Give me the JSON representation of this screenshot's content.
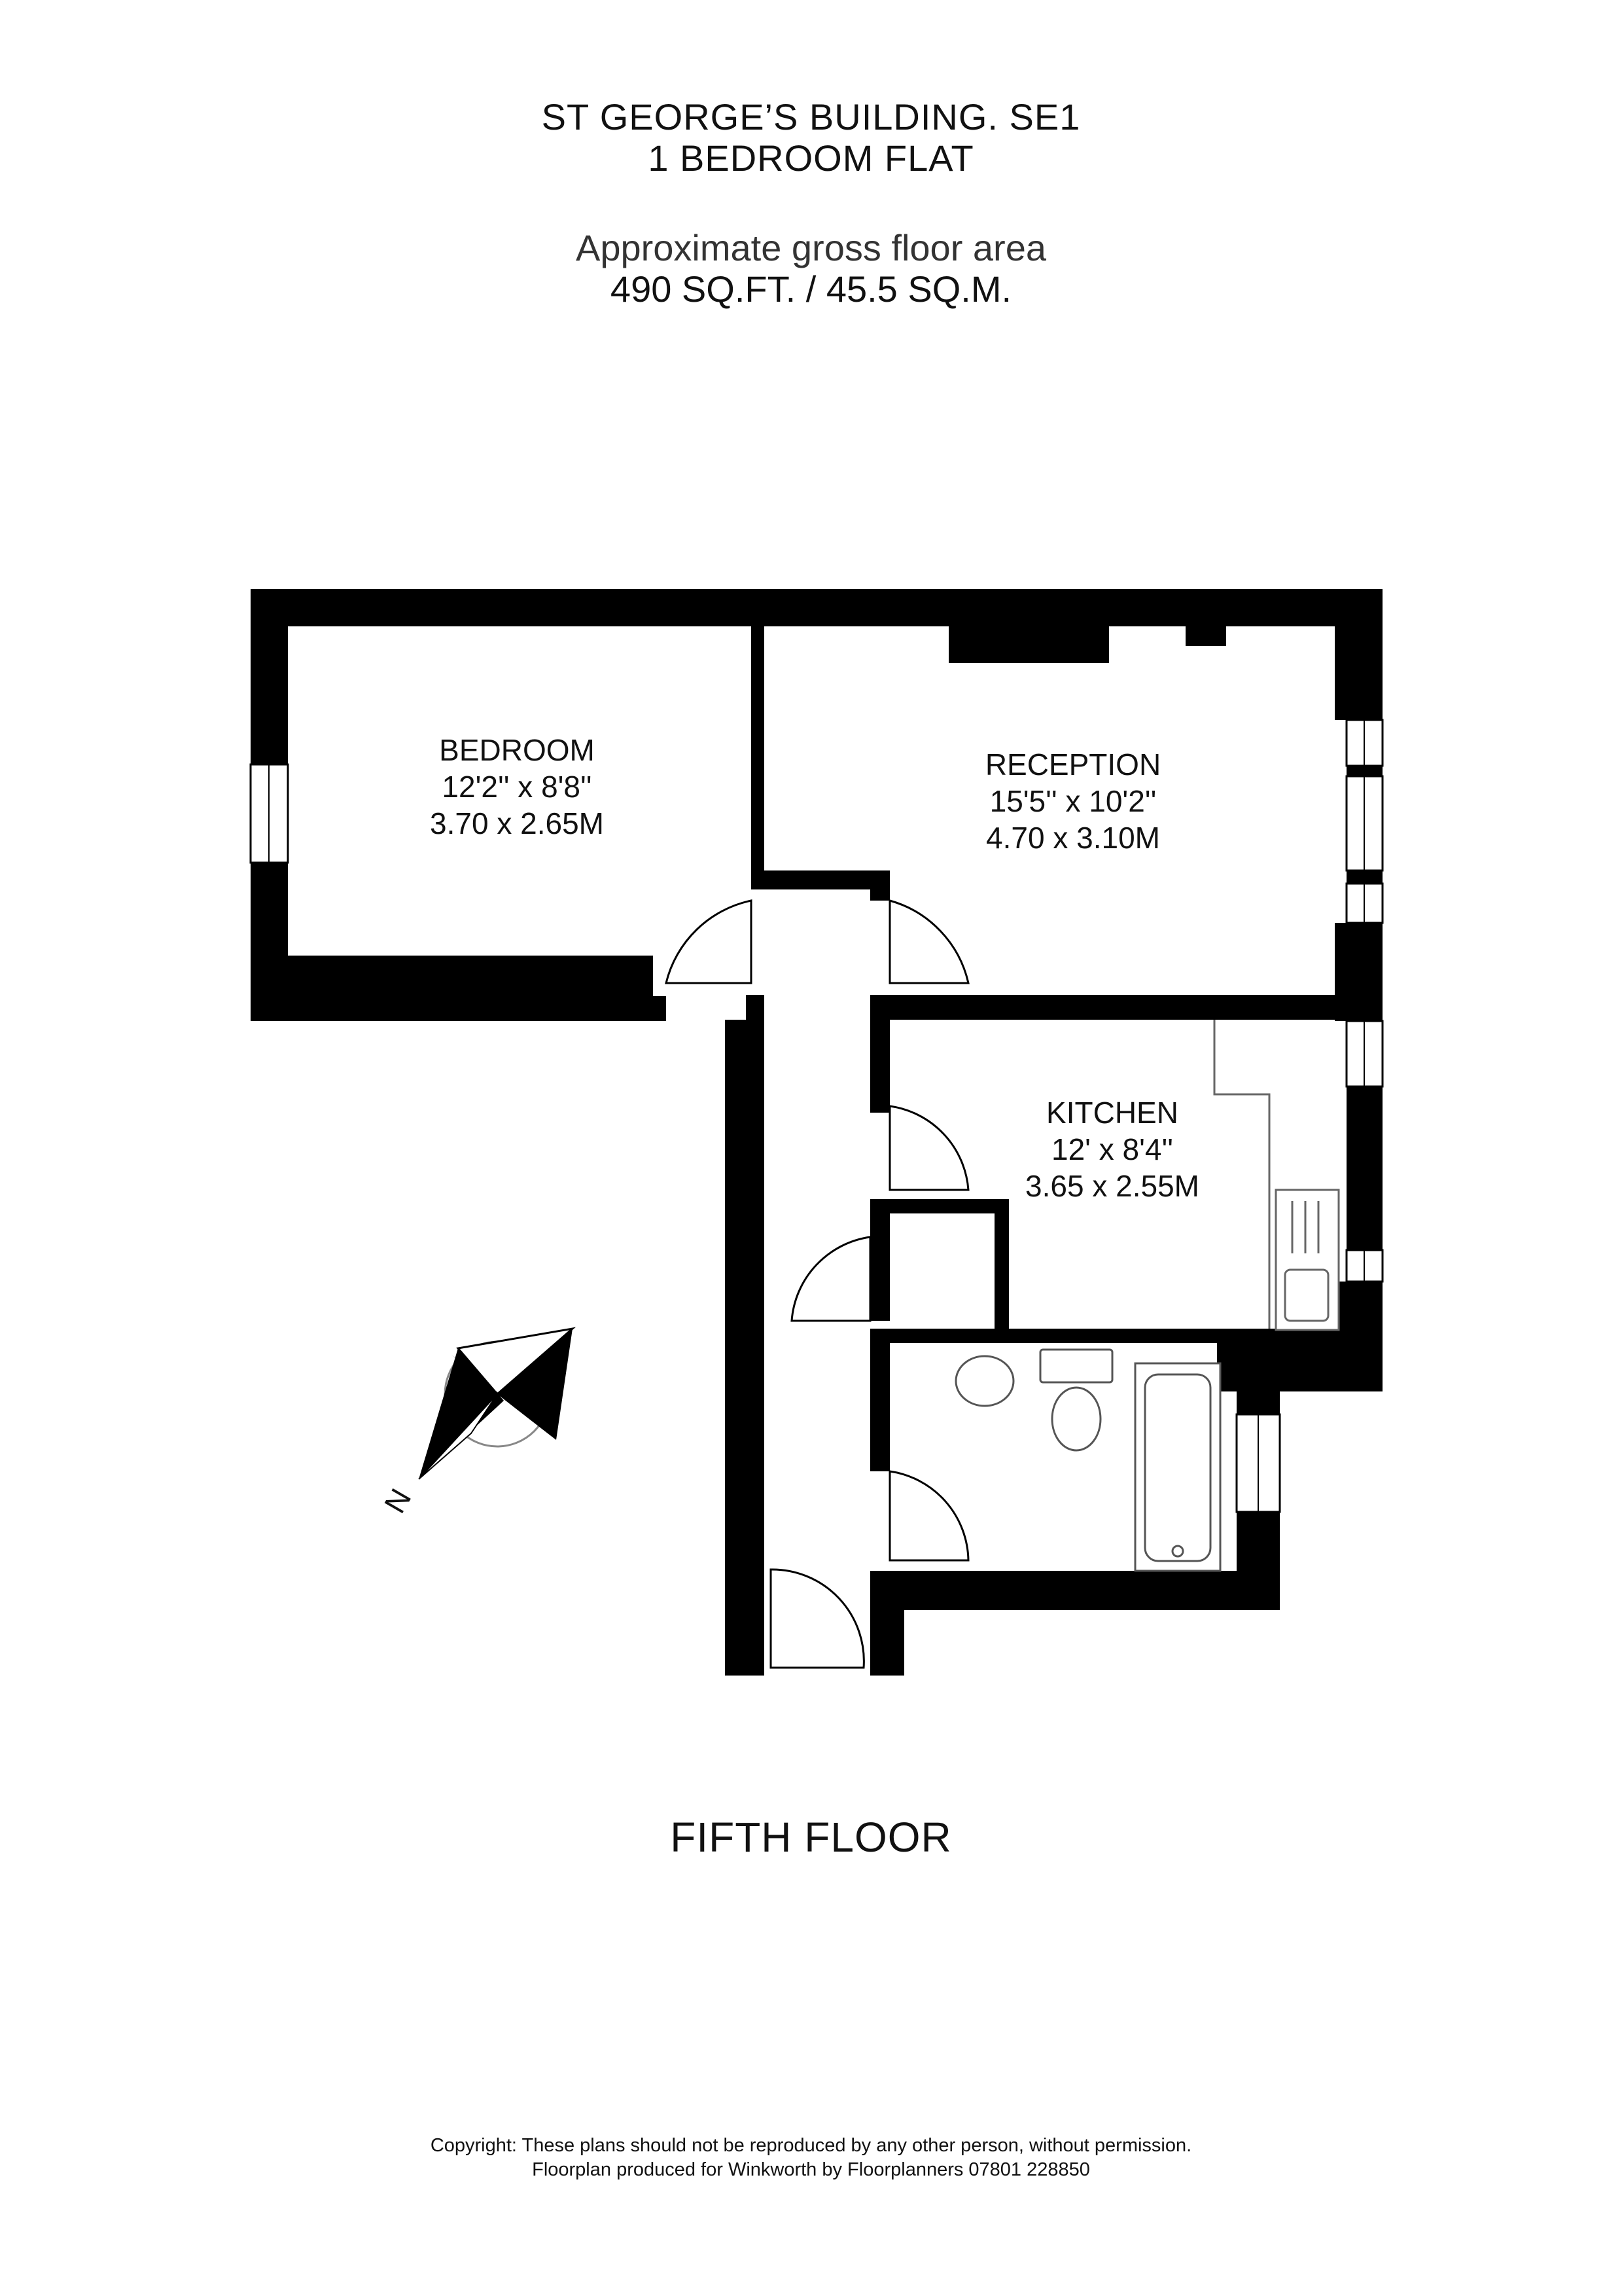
{
  "header": {
    "building": "ST GEORGE’S BUILDING. SE1",
    "flat_type": "1 BEDROOM FLAT",
    "area_label": "Approximate gross floor area",
    "area_value": "490 SQ.FT. / 45.5 SQ.M."
  },
  "rooms": [
    {
      "name": "BEDROOM",
      "imperial": "12'2'' x 8'8''",
      "metric": "3.70 x 2.65M"
    },
    {
      "name": "RECEPTION",
      "imperial": "15'5'' x 10'2''",
      "metric": "4.70 x 3.10M"
    },
    {
      "name": "KITCHEN",
      "imperial": "12' x 8'4''",
      "metric": "3.65 x 2.55M"
    }
  ],
  "compass": {
    "north_label": "N"
  },
  "floor": "FIFTH FLOOR",
  "footer": {
    "copyright": "Copyright: These plans should not be reproduced by any other person, without permission.",
    "credit": "Floorplan produced for Winkworth by Floorplanners 07801 228850"
  },
  "colors": {
    "wall": "#000000",
    "line": "#555555",
    "background": "#ffffff"
  }
}
